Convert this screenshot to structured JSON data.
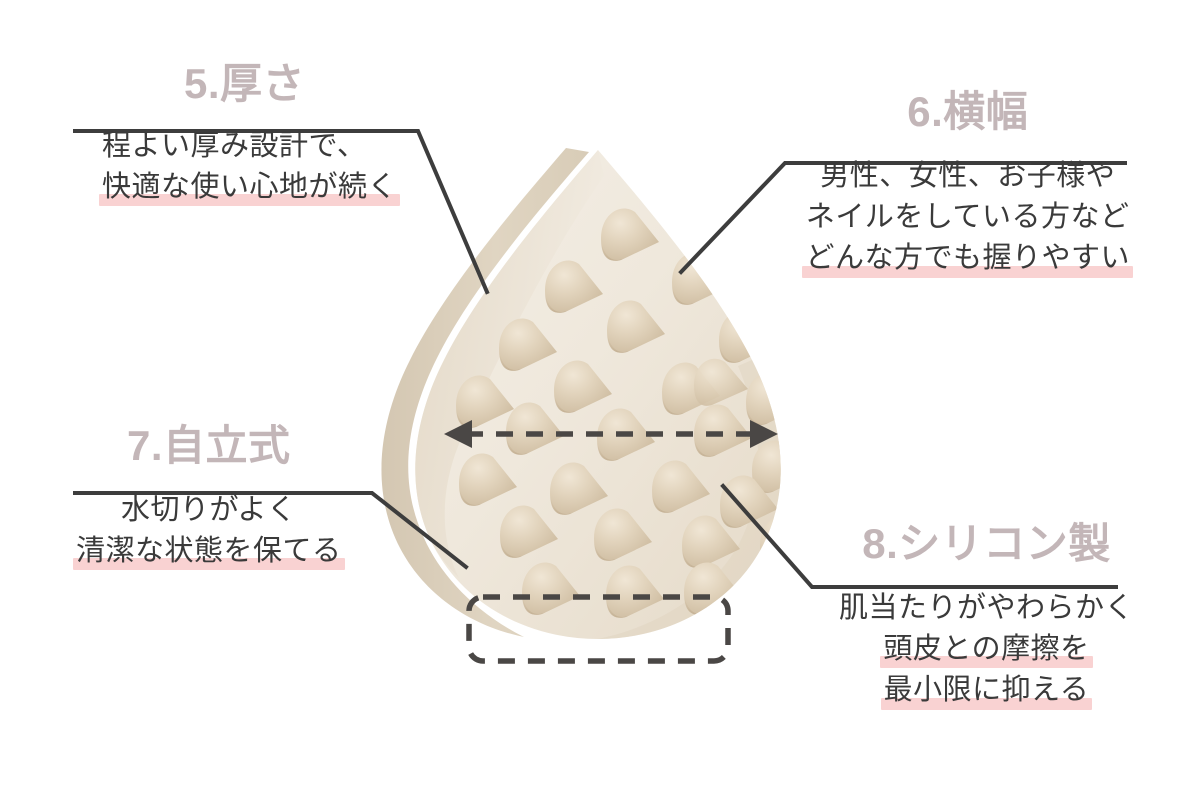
{
  "page": {
    "title": "シリコン製 頭皮ブラシ 特長図解",
    "background_color": "#ffffff"
  },
  "theme": {
    "heading_color": "#c3b6b8",
    "body_text_color": "#3a3a3a",
    "highlight_color": "#f9d2d2",
    "leader_line_color": "#3d3d3d",
    "dashed_annotation_color": "#4a4745",
    "product_face_color": "#efe8dc",
    "product_edge_color": "#ddd2c0",
    "product_nub_color": "#ddcfb8"
  },
  "callouts": [
    {
      "id": "thickness",
      "number": "5.",
      "heading": "5.厚さ",
      "lines": [
        {
          "text": "程よい厚み設計で、",
          "highlighted": false
        },
        {
          "text": "快適な使い心地が続く",
          "highlighted": true
        }
      ]
    },
    {
      "id": "width",
      "number": "6.",
      "heading": "6.横幅",
      "lines": [
        {
          "text": "男性、女性、お子様や",
          "highlighted": false
        },
        {
          "text": "ネイルをしている方など",
          "highlighted": false
        },
        {
          "text": "どんな方でも握りやすい",
          "highlighted": true
        }
      ]
    },
    {
      "id": "freestanding",
      "number": "7.",
      "heading": "7.自立式",
      "lines": [
        {
          "text": "水切りがよく",
          "highlighted": false
        },
        {
          "text": "清潔な状態を保てる",
          "highlighted": true
        }
      ]
    },
    {
      "id": "silicone",
      "number": "8.",
      "heading": "8.シリコン製",
      "lines": [
        {
          "text": "肌当たりがやわらかく",
          "highlighted": false
        },
        {
          "text": "頭皮との摩擦を",
          "highlighted": true
        },
        {
          "text": "最小限に抑える",
          "highlighted": true
        }
      ]
    }
  ],
  "annotations": {
    "width_arrow": {
      "name": "width-dimension-arrow",
      "style": "double-headed-dashed",
      "orientation": "horizontal"
    },
    "base_box": {
      "name": "standing-base-dashed-box",
      "style": "dashed-rounded-rectangle"
    }
  },
  "product": {
    "name": "silicone-scalp-brush",
    "shape": "teardrop",
    "nub_rows": 8,
    "nub_count": 29
  }
}
